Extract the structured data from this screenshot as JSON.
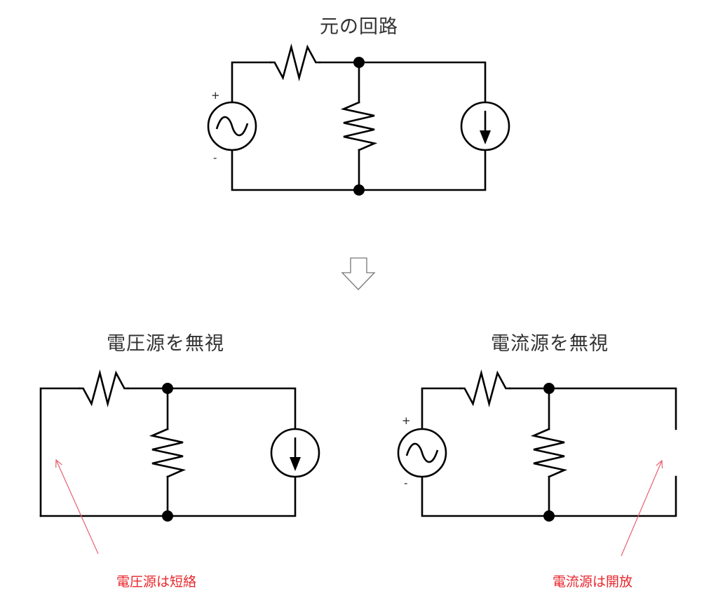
{
  "diagram": {
    "top": {
      "title": "元の回路",
      "components": [
        "ac-voltage-source",
        "series-resistor",
        "shunt-resistor",
        "current-source"
      ],
      "voltage_source_plus": "+",
      "voltage_source_minus": "-"
    },
    "transition_arrow": "down-arrow-icon",
    "left": {
      "title": "電圧源を無視",
      "components": [
        "short-circuit-wire",
        "series-resistor",
        "shunt-resistor",
        "current-source"
      ],
      "annotation": "電圧源は短絡"
    },
    "right": {
      "title": "電流源を無視",
      "components": [
        "ac-voltage-source",
        "series-resistor",
        "shunt-resistor",
        "open-circuit-gap"
      ],
      "annotation": "電流源は開放",
      "voltage_source_plus": "+",
      "voltage_source_minus": "-"
    },
    "colors": {
      "wire": "#000000",
      "title_text": "#333333",
      "annotation": "#e8262c",
      "annotation_arrow": "#e86070",
      "transition_arrow": "#777777"
    }
  }
}
